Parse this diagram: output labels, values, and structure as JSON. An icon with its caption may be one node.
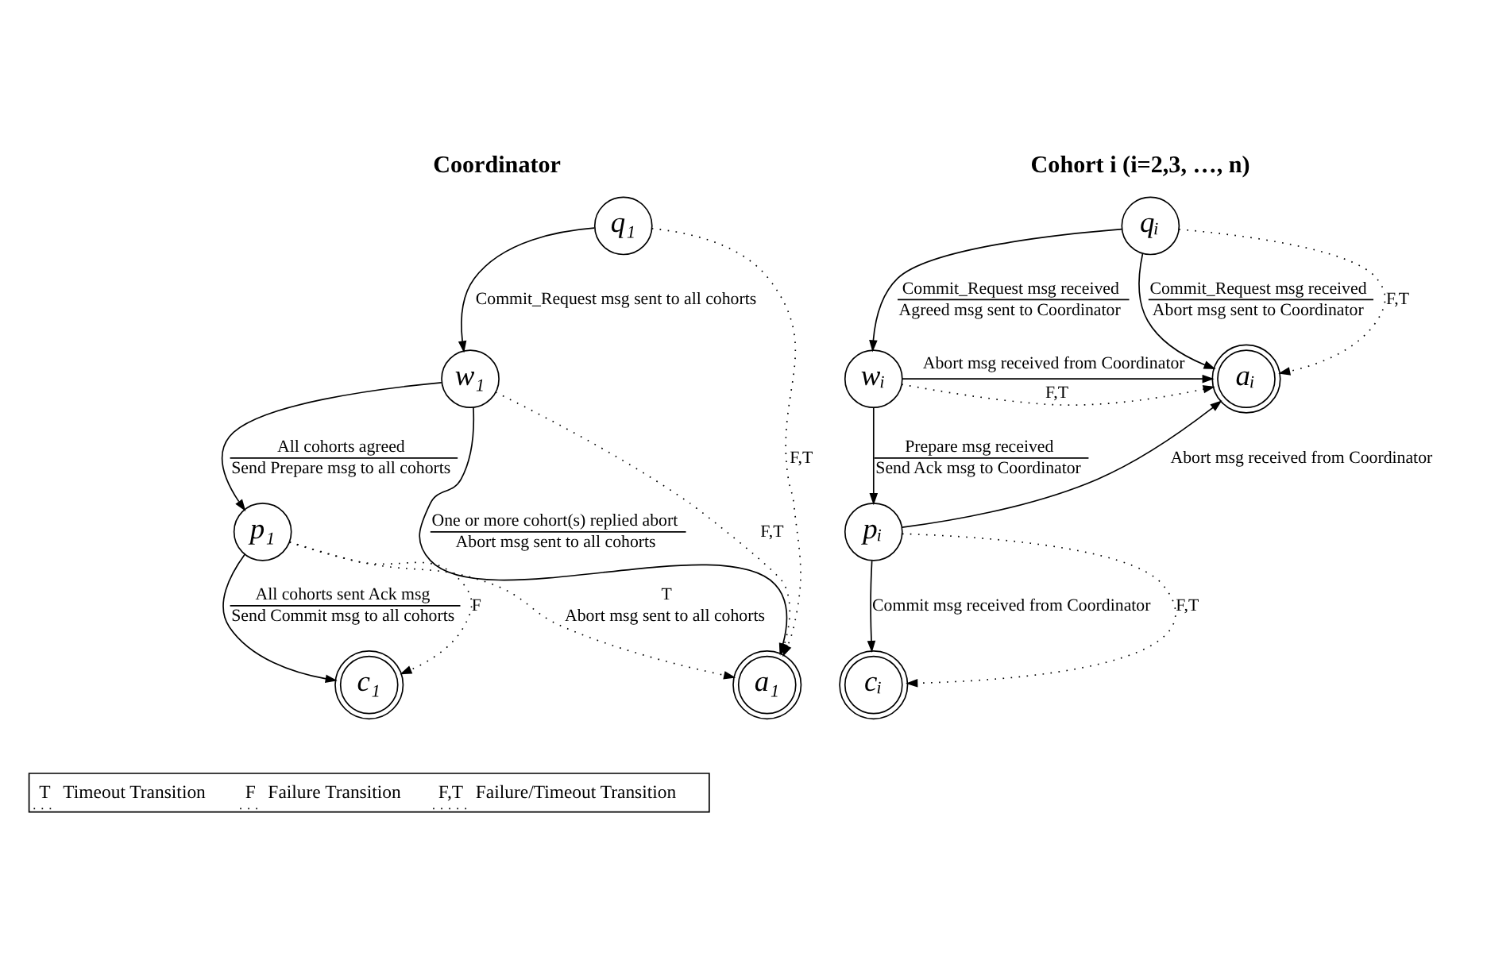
{
  "diagram": {
    "nodes": [
      {
        "text": [
          "q₁"
        ]
      },
      {
        "text": [
          "w₁"
        ]
      },
      {
        "text": [
          "a₁"
        ]
      },
      {
        "text": [
          "p₁"
        ]
      },
      {
        "text": [
          "c₁"
        ]
      },
      {
        "text": [
          "qᵢ"
        ]
      },
      {
        "text": [
          "wᵢ"
        ]
      },
      {
        "text": [
          "aᵢ"
        ]
      },
      {
        "text": [
          "pᵢ"
        ]
      },
      {
        "text": [
          "cᵢ"
        ]
      }
    ],
    "edges": [
      {
        "from": 0,
        "to": 1,
        "arrow": "to",
        "label": "Commit_Request msg sent to all cohorts"
      },
      {
        "from": 0,
        "to": 2,
        "arrow": "to",
        "label": "F,T",
        "style": "dashed"
      },
      {
        "from": 1,
        "to": 2,
        "arrow": "to",
        "label": "One or more cohort(s) replied abort"
      },
      {
        "from": 1,
        "to": 2,
        "arrow": "to",
        "label": "F,T",
        "style": "dashed"
      },
      {
        "from": 1,
        "to": 3,
        "arrow": "to",
        "label": "All cohorts agreed"
      },
      {
        "from": 3,
        "to": 2,
        "arrow": "to",
        "label": "T",
        "style": "dashed"
      },
      {
        "from": 3,
        "to": 4,
        "arrow": "to",
        "label": "All cohorts sent Ack msg"
      },
      {
        "from": 3,
        "to": 4,
        "arrow": "to",
        "label": "F",
        "style": "dashed"
      },
      {
        "from": 5,
        "to": 6,
        "arrow": "to",
        "label": "Commit_Request msg received"
      },
      {
        "from": 5,
        "to": 7,
        "arrow": "to",
        "label": "Commit_Request msg received"
      },
      {
        "from": 5,
        "to": 7,
        "arrow": "to",
        "label": "F,T",
        "style": "dashed"
      },
      {
        "from": 6,
        "to": 7,
        "arrow": "to",
        "label": "F,T",
        "style": "dashed"
      },
      {
        "from": 6,
        "to": 7,
        "arrow": "to",
        "label": "Abort msg received from Coordinator"
      },
      {
        "from": 6,
        "to": 8,
        "arrow": "to",
        "label": "Prepare msg received"
      },
      {
        "from": 8,
        "to": 7,
        "arrow": "to",
        "label": "Abort msg received from Coordinator"
      },
      {
        "from": 8,
        "to": 9,
        "arrow": "to",
        "label": "Commit msg received from Coordinator"
      },
      {
        "from": 8,
        "to": 9,
        "arrow": "to",
        "label": "F,T",
        "style": "dashed"
      }
    ],
    "labels": [
      "Coordinator",
      "Cohort i (i=2,3, …, n)",
      "Agreed msg sent to Coordinator",
      "Abort msg sent to Coordinator",
      "Abort msg sent to all cohorts",
      "Send Prepare msg to all cohorts",
      "Send Ack msg to Coordinator",
      "Send Commit msg to all cohorts",
      "Abort msg sent to all cohorts",
      "T",
      "F",
      "F,T"
    ],
    "legend": [
      {
        "text": "Timeout Transition"
      },
      {
        "text": "Failure Transition"
      },
      {
        "text": "Failure/Timeout Transition"
      }
    ]
  }
}
